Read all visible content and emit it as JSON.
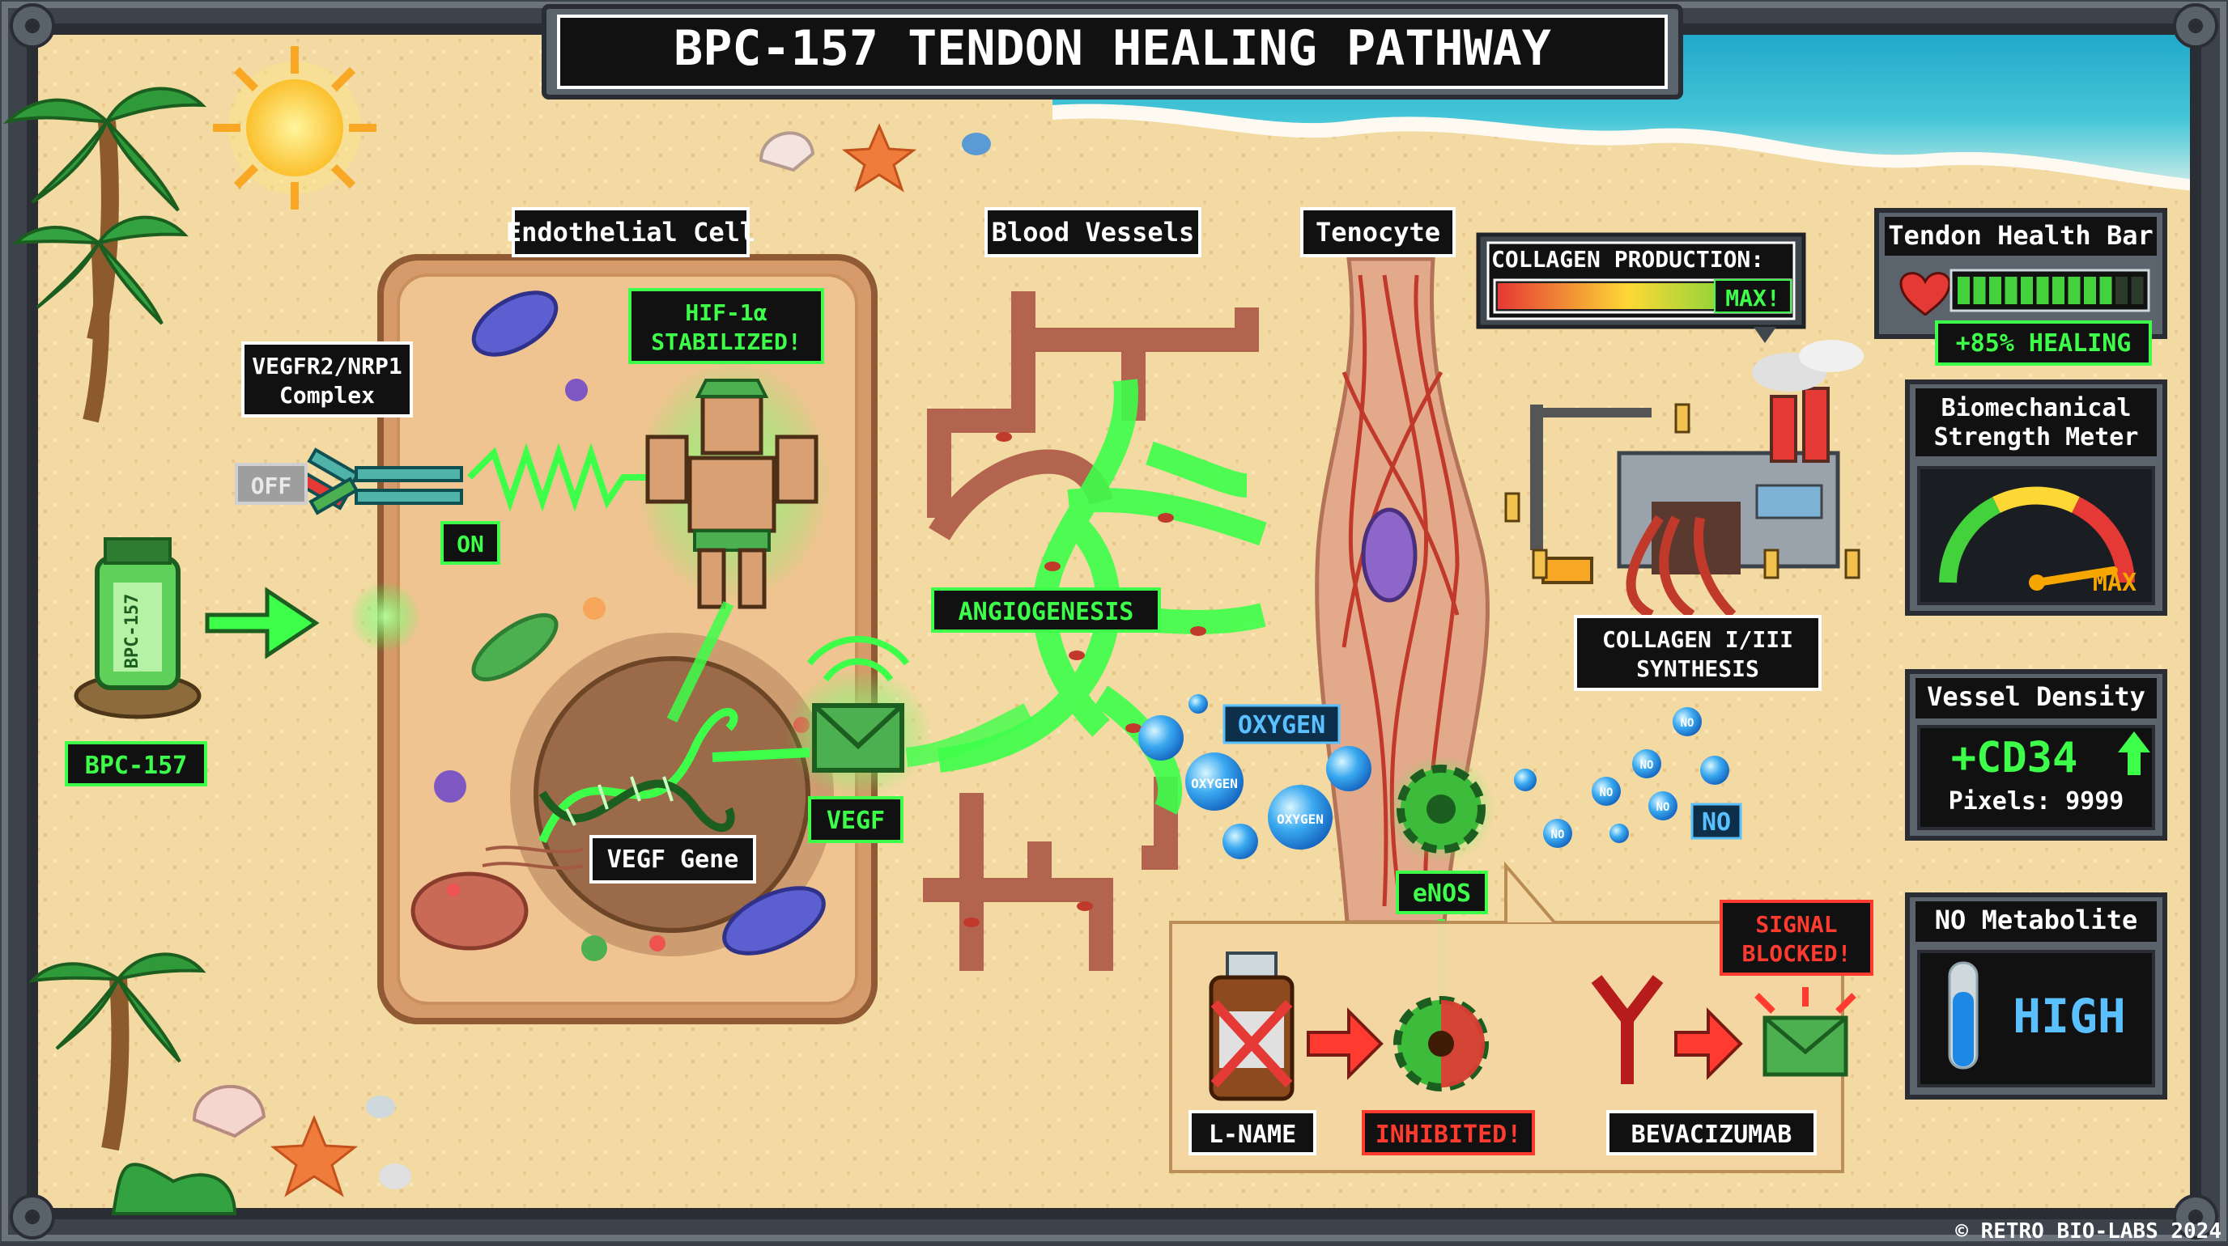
{
  "title": "BPC-157 TENDON HEALING PATHWAY",
  "copyright": "© RETRO BIO-LABS 2024",
  "labels": {
    "endothelial_cell": "Endothelial Cell",
    "blood_vessels": "Blood Vessels",
    "tenocyte": "Tenocyte",
    "receptor_line1": "VEGFR2/NRP1",
    "receptor_line2": "Complex",
    "off": "OFF",
    "on": "ON",
    "hif_line1": "HIF-1α",
    "hif_line2": "STABILIZED!",
    "bpc157": "BPC-157",
    "vial_text": "BPC-157",
    "vegf_gene": "VEGF Gene",
    "vegf": "VEGF",
    "angiogenesis": "ANGIOGENESIS",
    "oxygen": "OXYGEN",
    "oxygen_bubble": "OXYGEN",
    "no_bubble": "NO",
    "no": "NO",
    "enos": "eNOS",
    "collagen_syn_line1": "COLLAGEN I/III",
    "collagen_syn_line2": "SYNTHESIS",
    "lname": "L-NAME",
    "inhibited": "INHIBITED!",
    "bevacizumab": "BEVACIZUMAB",
    "blocked_line1": "SIGNAL",
    "blocked_line2": "BLOCKED!"
  },
  "collagen_production": {
    "label": "COLLAGEN PRODUCTION:",
    "status": "MAX!",
    "fill": 1.0
  },
  "hud": {
    "tendon_health": {
      "title": "Tendon Health Bar",
      "badge": "+85% HEALING",
      "level": 0.85
    },
    "biomechanical": {
      "title_line1": "Biomechanical",
      "title_line2": "Strength Meter",
      "readout": "MAX",
      "level": 0.95
    },
    "vessel_density": {
      "title": "Vessel Density",
      "value": "+CD34",
      "pixels": "Pixels: 9999"
    },
    "no_metabolite": {
      "title": "NO Metabolite",
      "value": "HIGH"
    }
  },
  "colors": {
    "neon_green": "#3dff4a",
    "label_bg": "#111111",
    "sand": "#f3d9a2",
    "frame": "#4a5159",
    "alert_red": "#ff3b30",
    "blue": "#1e88e5"
  }
}
